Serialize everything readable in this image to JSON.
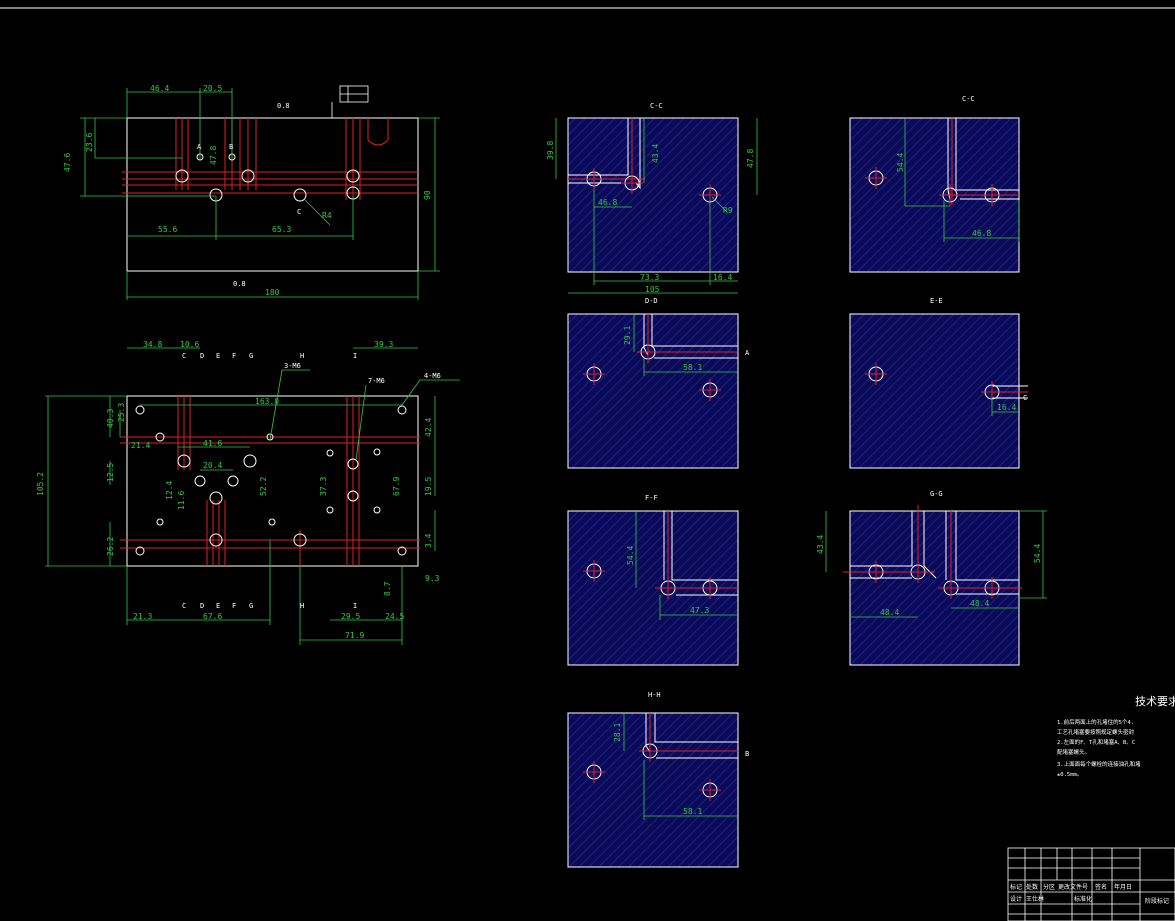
{
  "colors": {
    "background": "#000000",
    "outline": "#ffffff",
    "dimension": "#2ecc40",
    "cut_line": "#e02020",
    "hatch": "#1a1a9a"
  },
  "top_view": {
    "dims": [
      "46.4",
      "20.5",
      "47.8",
      "23.6",
      "47.6",
      "55.6",
      "65.3",
      "90",
      "180"
    ],
    "labels": [
      "A",
      "B",
      "C",
      "0.8",
      "0.8",
      "R4"
    ]
  },
  "plan_view": {
    "dims": [
      "34.8",
      "10.6",
      "39.3",
      "163.0",
      "40.3",
      "25.3",
      "42.4",
      "21.4",
      "41.6",
      "20.4",
      "12.5",
      "12.4",
      "11.6",
      "52.2",
      "37.3",
      "19.5",
      "67.9",
      "26.2",
      "3.4",
      "9.3",
      "8.7",
      "105.2",
      "21.3",
      "67.6",
      "29.5",
      "24.5",
      "71.9"
    ],
    "top_markers": [
      "C",
      "D",
      "E",
      "F",
      "G",
      "H",
      "I"
    ],
    "bottom_markers": [
      "C",
      "D",
      "E",
      "F",
      "G",
      "H",
      "I"
    ],
    "callouts": [
      "3-M6",
      "7-M6",
      "4-M6"
    ]
  },
  "sections": [
    {
      "id": "cc",
      "title": "C-C",
      "dims": [
        "39.8",
        "43.4",
        "47.8",
        "46.8",
        "73.3",
        "16.4",
        "105",
        "R9"
      ],
      "side_label": ""
    },
    {
      "id": "cc2",
      "title": "C-C",
      "dims": [
        "54.4",
        "46.8"
      ],
      "side_label": ""
    },
    {
      "id": "dd",
      "title": "D-D",
      "dims": [
        "29.1",
        "58.1"
      ],
      "side_label": "A"
    },
    {
      "id": "ee",
      "title": "E-E",
      "dims": [
        "16.4"
      ],
      "side_label": "C"
    },
    {
      "id": "ff",
      "title": "F-F",
      "dims": [
        "54.4",
        "47.3"
      ],
      "side_label": ""
    },
    {
      "id": "gg",
      "title": "G-G",
      "dims": [
        "43.4",
        "54.4",
        "48.4",
        "48.4"
      ],
      "side_label": ""
    },
    {
      "id": "hh",
      "title": "H-H",
      "dims": [
        "28.1",
        "58.1"
      ],
      "side_label": "B"
    }
  ],
  "tech_requirements": {
    "title": "技术要求",
    "lines": [
      "1.前后两面上的孔堵住的5个4.",
      "工艺孔堵塞要按照规定螺头密封",
      "2.左面的F、T孔和堵塞A、B、C",
      "配堵塞螺头。",
      "3.上面面每个螺栓的连接油孔和堵",
      "±0.5mm。"
    ]
  },
  "title_block": {
    "row1": [
      "标记",
      "处数",
      "分区",
      "更改文件号",
      "签名",
      "年月日"
    ],
    "row2": [
      "设计",
      "王仕林",
      "",
      "标准化",
      "",
      ""
    ],
    "stage_label": "阶段标记"
  }
}
